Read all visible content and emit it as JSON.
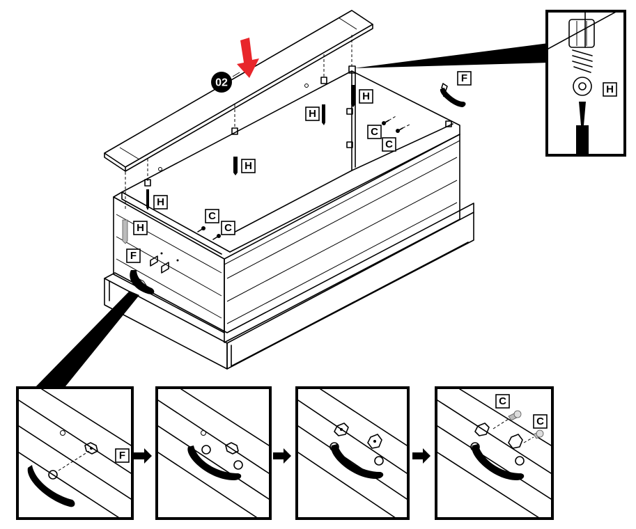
{
  "step": {
    "number": "02"
  },
  "labels": {
    "H": "H",
    "C": "C",
    "F": "F"
  },
  "colors": {
    "accent_arrow": "#e8262b",
    "step_badge": "#000000"
  },
  "icons": {
    "down_arrow": "red-down-arrow-icon",
    "next_arrow": "right-arrow-icon",
    "screwdriver": "screwdriver-icon"
  }
}
